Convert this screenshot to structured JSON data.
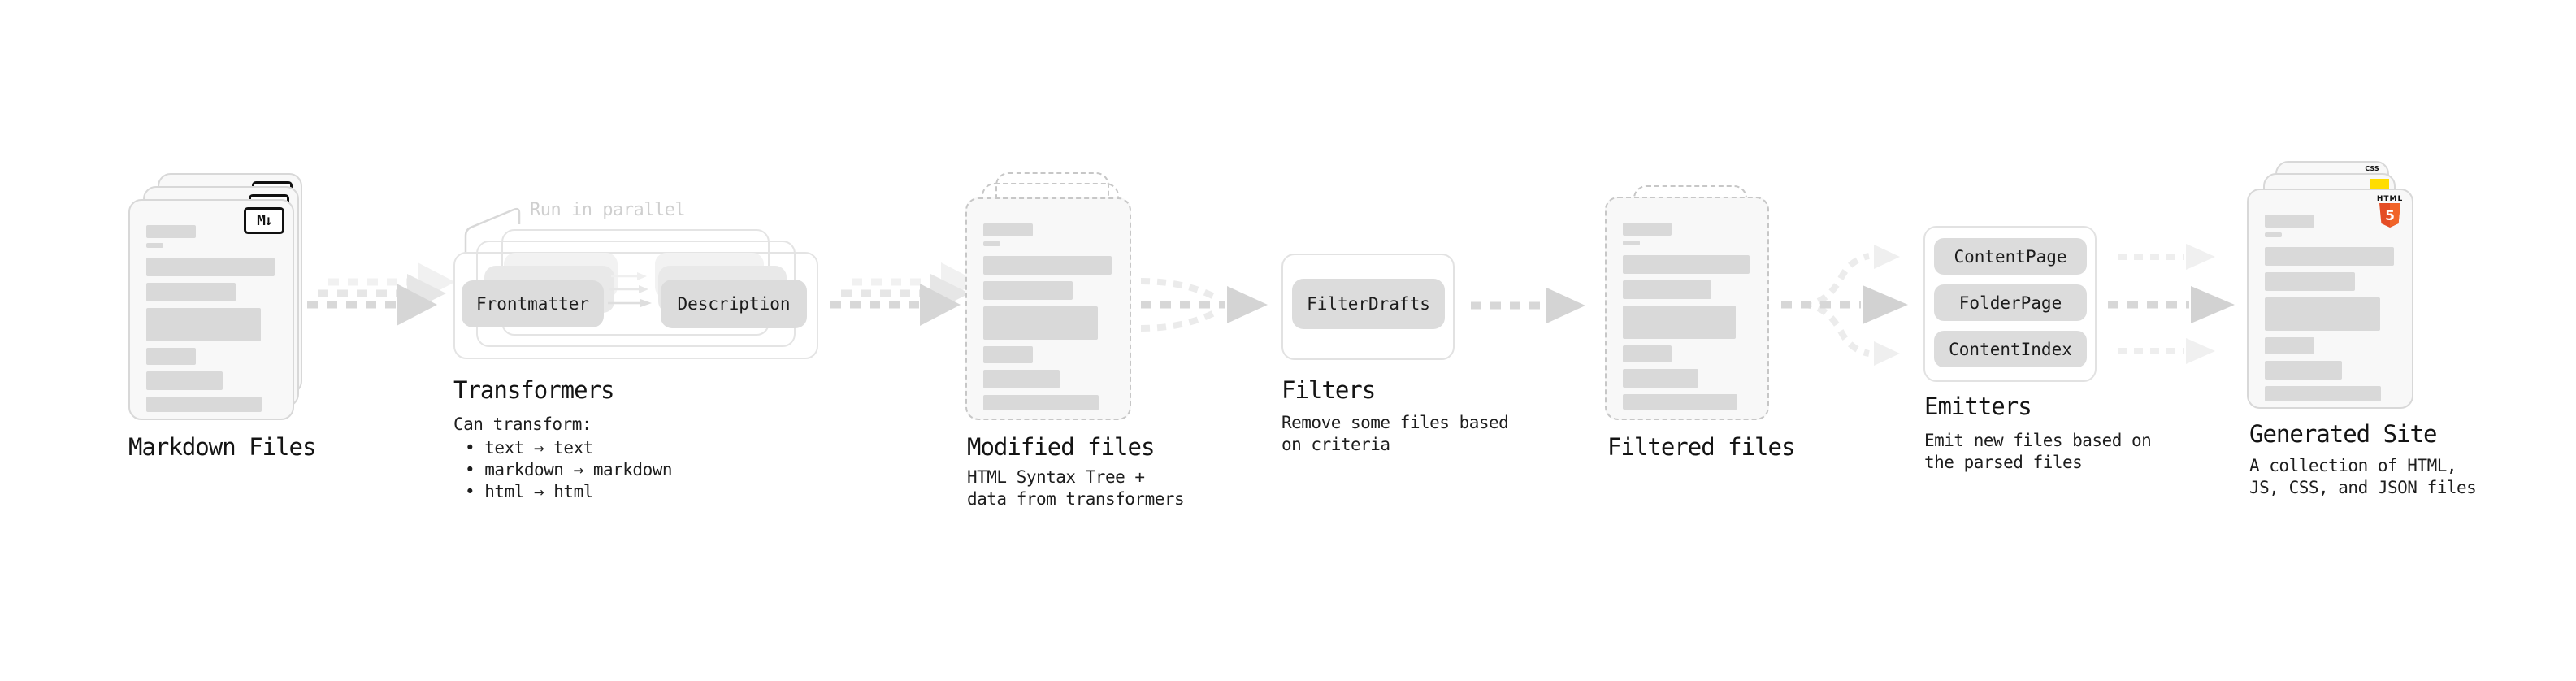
{
  "stages": {
    "markdown_files": {
      "heading": "Markdown Files",
      "badge": "M↓"
    },
    "transformers": {
      "heading": "Transformers",
      "note": "Run in parallel",
      "step_1": "Frontmatter",
      "step_2": "Description",
      "caption_title": "Can transform:",
      "bullets": [
        "• text → text",
        "• markdown → markdown",
        "• html → html"
      ]
    },
    "modified_files": {
      "heading": "Modified files",
      "caption_line_1": "HTML Syntax Tree +",
      "caption_line_2": "data from transformers"
    },
    "filters": {
      "heading": "Filters",
      "button": "FilterDrafts",
      "caption_line_1": "Remove some files based",
      "caption_line_2": "on criteria"
    },
    "filtered_files": {
      "heading": "Filtered files"
    },
    "emitters": {
      "heading": "Emitters",
      "buttons": [
        "ContentPage",
        "FolderPage",
        "ContentIndex"
      ],
      "caption_line_1": "Emit new files based on",
      "caption_line_2": "the parsed files"
    },
    "generated_site": {
      "heading": "Generated Site",
      "caption_line_1": "A collection of HTML,",
      "caption_line_2": "JS, CSS, and JSON files",
      "badge_html_label": "HTML",
      "badge_html_number": "5",
      "badge_css_label": "CSS"
    }
  },
  "doc_bars": [
    {
      "w": "38%",
      "h": 16,
      "mt": 0
    },
    {
      "w": "13%",
      "h": 6,
      "mt": 6
    },
    {
      "w": "99%",
      "h": 23,
      "mt": 12
    },
    {
      "w": "69%",
      "h": 23,
      "mt": 8
    },
    {
      "w": "88%",
      "h": 41,
      "mt": 8
    },
    {
      "w": "38%",
      "h": 21,
      "mt": 8
    },
    {
      "w": "59%",
      "h": 23,
      "mt": 8
    },
    {
      "w": "89%",
      "h": 19,
      "mt": 8
    }
  ],
  "colors": {
    "card_fill": "#f8f8f8",
    "bar_gray": "#d9d9d9",
    "button_gray": "#dcdcdc",
    "arrow_dark": "#d7d7d7",
    "arrow_light": "#efefef",
    "html5_badge": "#e44d26",
    "html5_badge_light": "#f16529",
    "js_badge": "#ffdd00",
    "css_badge_underline": "#2f6af0"
  }
}
